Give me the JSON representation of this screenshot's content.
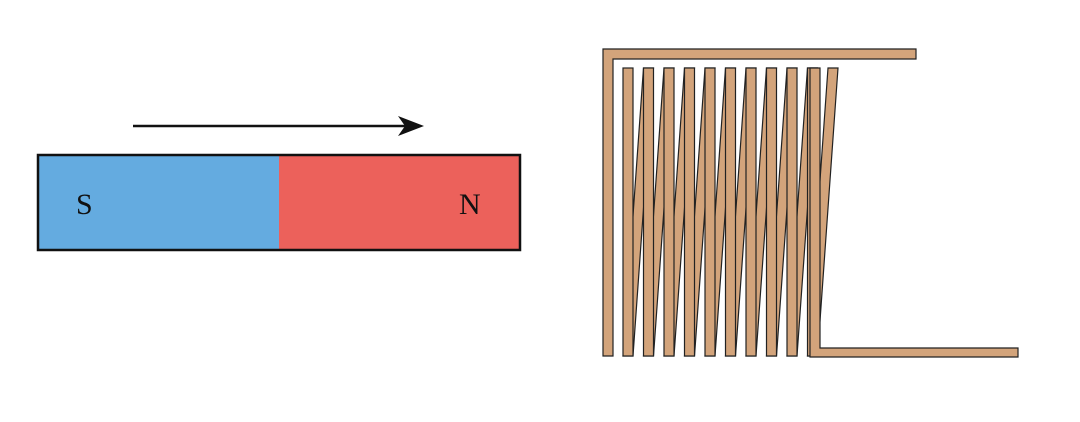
{
  "magnet": {
    "south_label": "S",
    "north_label": "N",
    "south_color": "#64ABE0",
    "north_color": "#EC615B",
    "outline_color": "#111111"
  },
  "motion_arrow": {
    "direction": "right",
    "color": "#111111"
  },
  "coil": {
    "turns": 11,
    "wire_color": "#D3A47B",
    "outline_color": "#222222"
  }
}
